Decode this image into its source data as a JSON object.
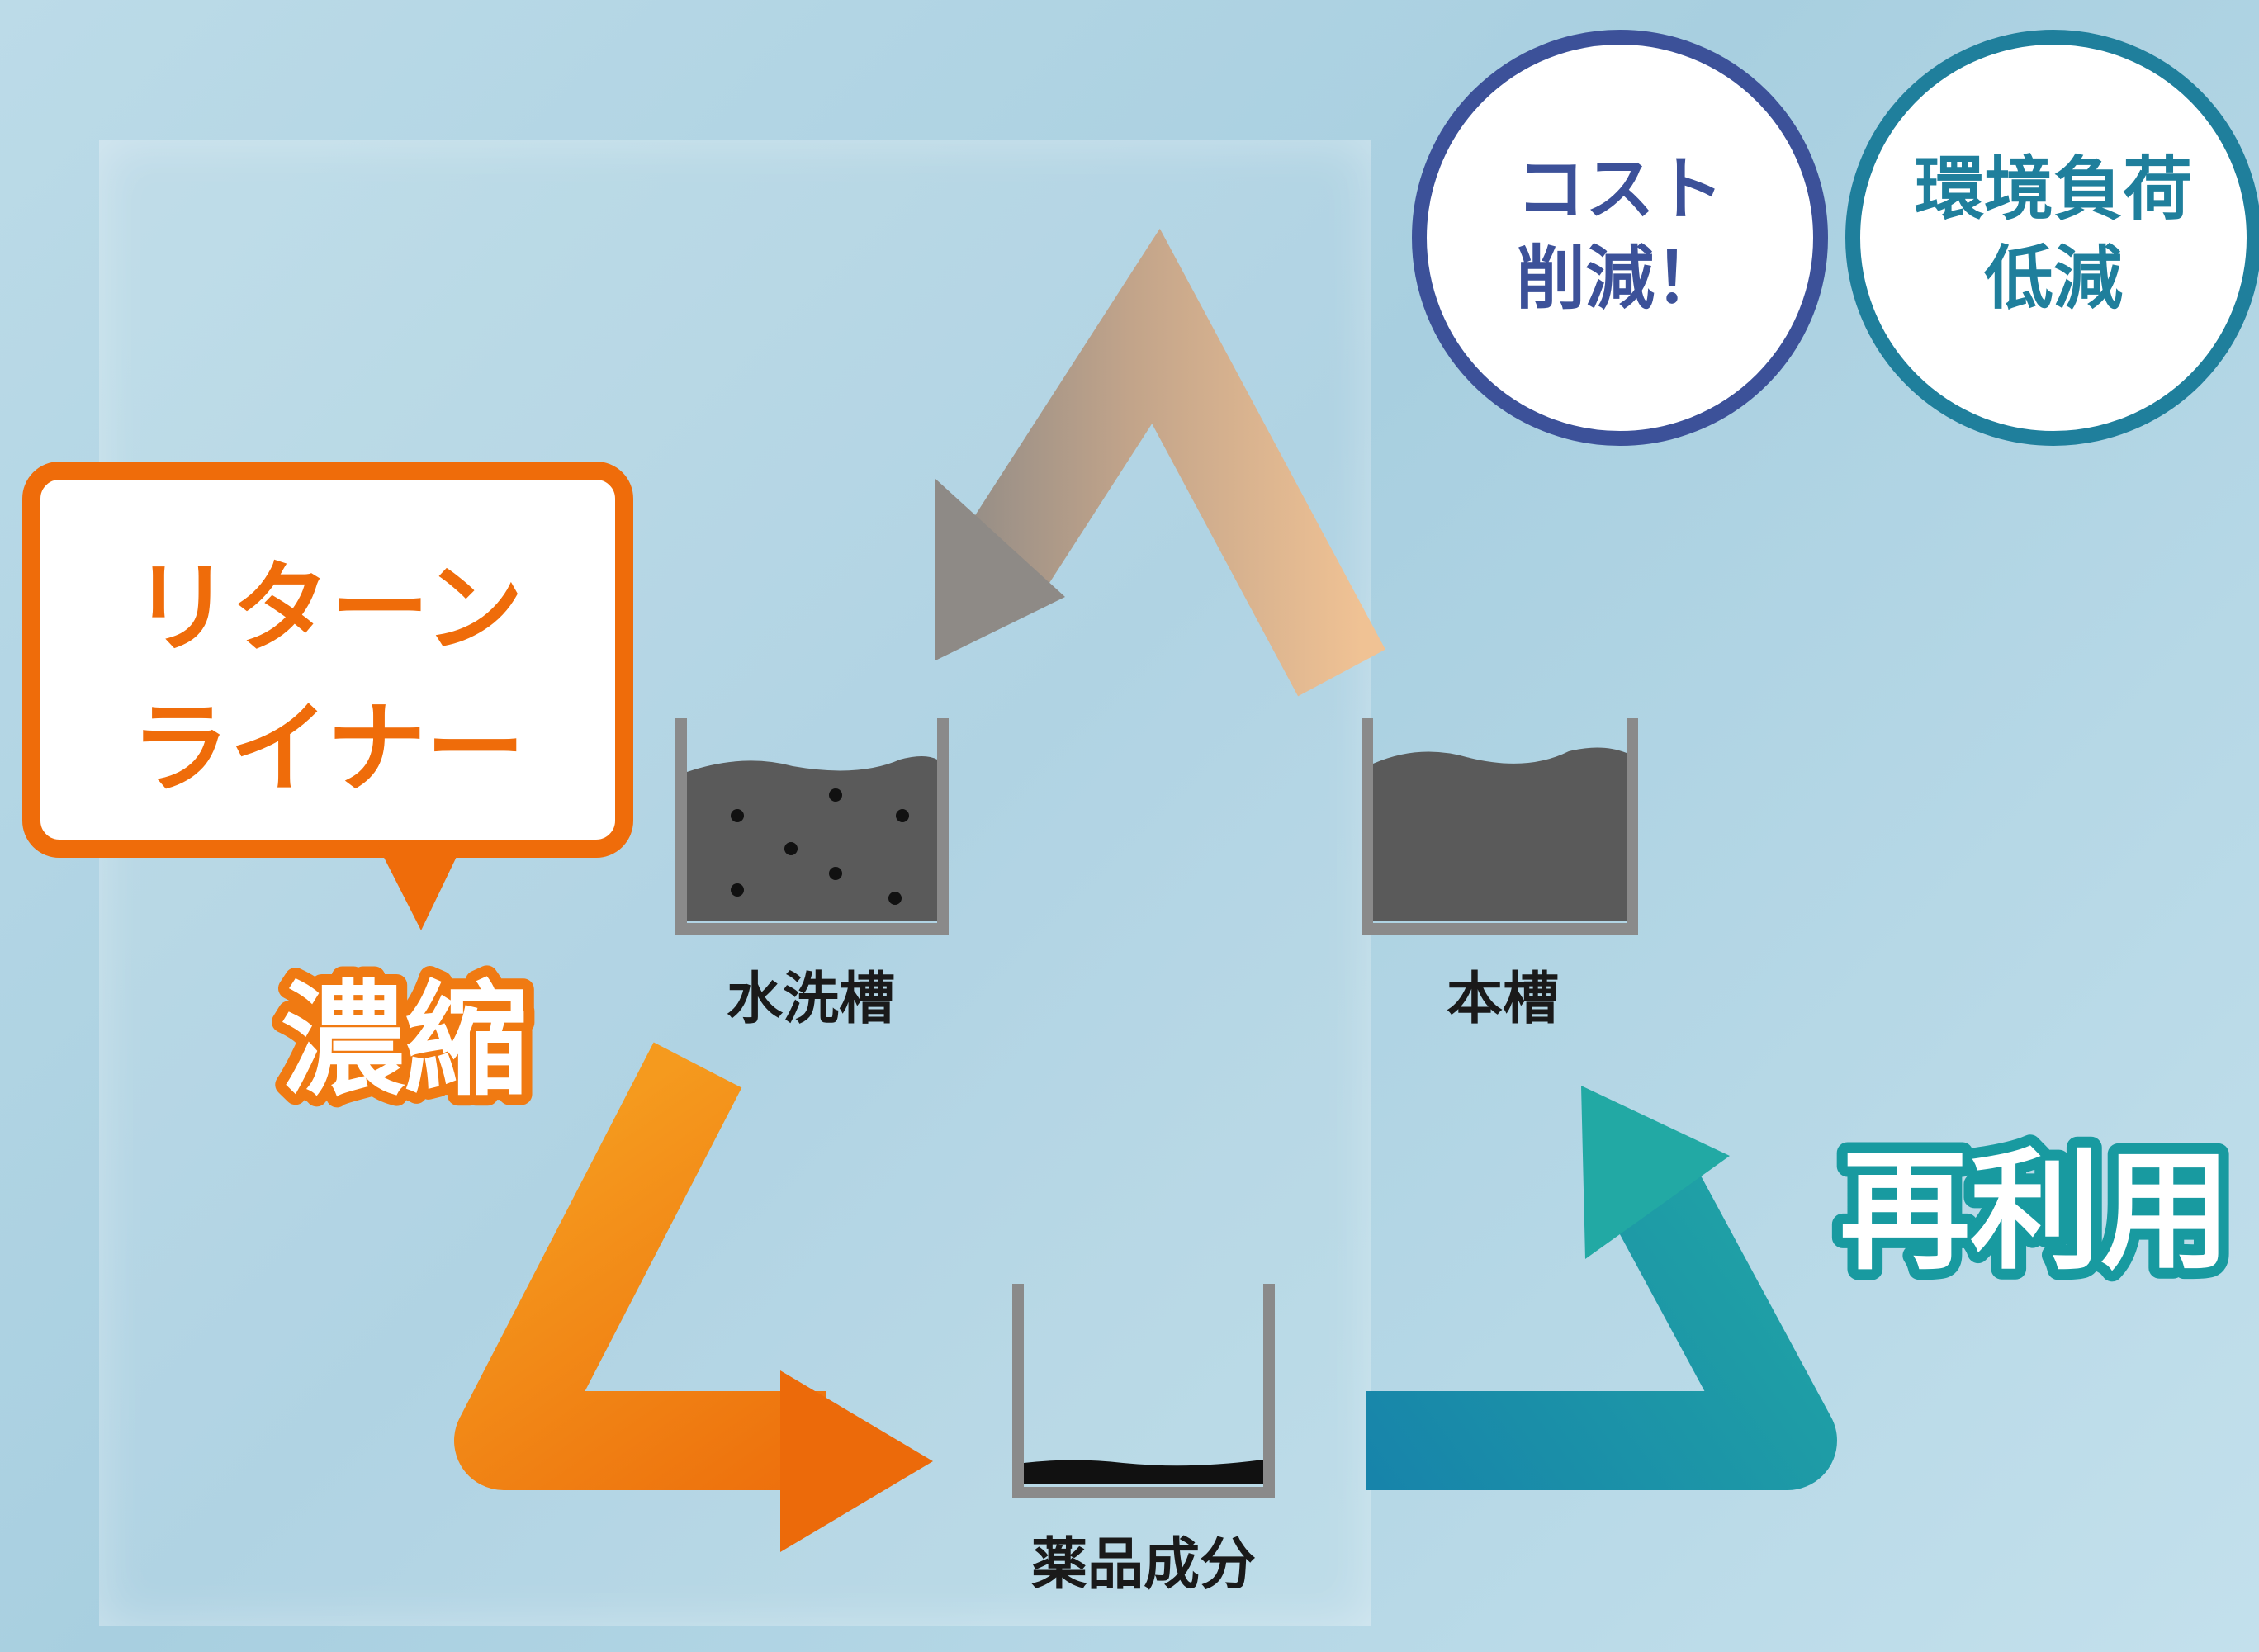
{
  "tanks": {
    "rinse": "水洗槽",
    "main": "本槽",
    "chemical": "薬品成分"
  },
  "callout": {
    "line1": "リターン",
    "line2": "ライナー"
  },
  "process": {
    "concentrate": "濃縮",
    "reuse": "再利用"
  },
  "badges": {
    "cost": {
      "line1": "コスト",
      "line2": "削減！",
      "color": "#3c5199"
    },
    "environment": {
      "line1": "環境負荷",
      "line2": "低減",
      "color": "#1f7f9c"
    }
  },
  "colors": {
    "orange": "#ef6c0a",
    "teal": "#189aa0",
    "tank_liquid": "#5a5a5a"
  }
}
